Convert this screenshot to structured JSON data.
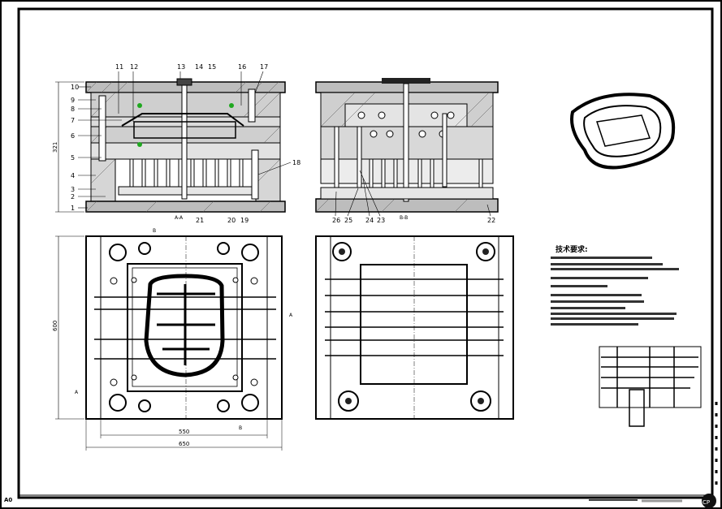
{
  "sheet": {
    "size_label": "A0",
    "corner_mark": "CP"
  },
  "views": {
    "section_aa": "A-A",
    "section_bb": "B-B"
  },
  "part_numbers_front": [
    "1",
    "2",
    "3",
    "4",
    "5",
    "6",
    "7",
    "8",
    "9",
    "10",
    "11",
    "12",
    "13",
    "14",
    "15",
    "16",
    "17",
    "18",
    "19",
    "20",
    "21"
  ],
  "part_numbers_side": [
    "22",
    "23",
    "24",
    "25",
    "26"
  ],
  "dimensions": {
    "height_front": "321",
    "plan_height": "600",
    "plan_inner_width": "550",
    "plan_outer_width": "650"
  },
  "section_markers": {
    "a": "A",
    "b": "B"
  },
  "tech_notes": {
    "title": "技术要求:"
  }
}
